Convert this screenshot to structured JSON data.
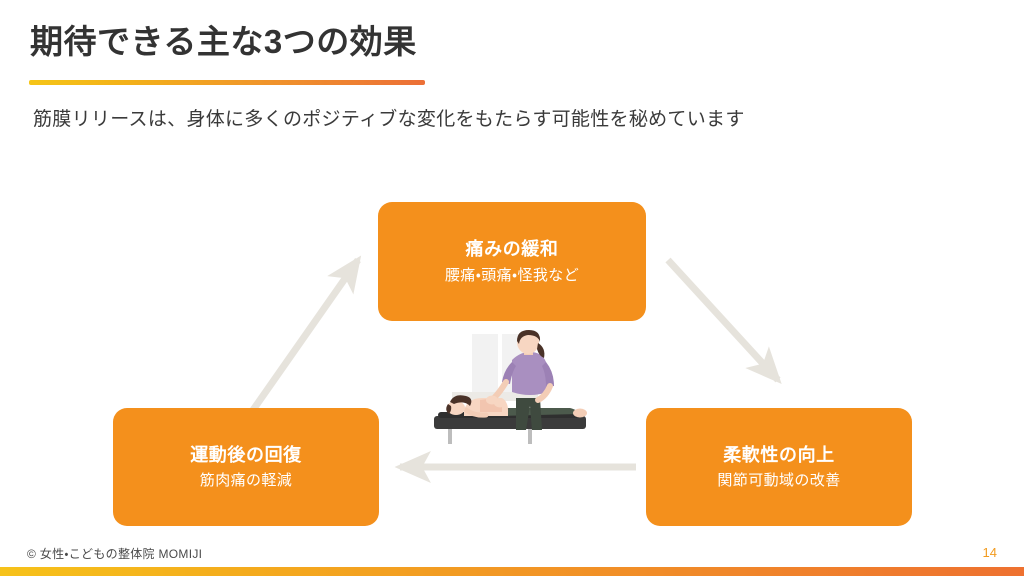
{
  "slide": {
    "title": "期待できる主な3つの効果",
    "subtitle": "筋膜リリースは、身体に多くのポジティブな変化をもたらす可能性を秘めています",
    "page_number": "14",
    "footer": "© 女性・こどもの整体院 MOMIJI"
  },
  "theme": {
    "card_orange": "#f4901c",
    "accent_start": "#f5c518",
    "accent_end": "#ec6f37",
    "arrow_gray": "#e6e3dc",
    "title_color": "#333333",
    "page_number_color": "#f29b1f"
  },
  "diagram": {
    "type": "cycle",
    "label": "3つの効果サイクル図",
    "cards": [
      {
        "id": "pain-relief",
        "position": "top",
        "heading": "痛みの緩和",
        "sub": "腰痛・頭痛・怪我など"
      },
      {
        "id": "flexibility",
        "position": "bottom-right",
        "heading": "柔軟性の向上",
        "sub": "関節可動域の改善"
      },
      {
        "id": "recovery",
        "position": "bottom-left",
        "heading": "運動後の回復",
        "sub": "筋肉痛の軽減"
      }
    ],
    "arrows": [
      {
        "id": "arrow-left-up",
        "from": "recovery",
        "to": "pain-relief",
        "direction": "up-right"
      },
      {
        "id": "arrow-right-down",
        "from": "pain-relief",
        "to": "flexibility",
        "direction": "down-right"
      },
      {
        "id": "arrow-bottom-left",
        "from": "flexibility",
        "to": "recovery",
        "direction": "left"
      }
    ],
    "illustration": {
      "name": "therapist-treating-patient-illustration",
      "description": "施術者がベッドに横たわる人に筋膜リリースを施すイラスト"
    }
  }
}
